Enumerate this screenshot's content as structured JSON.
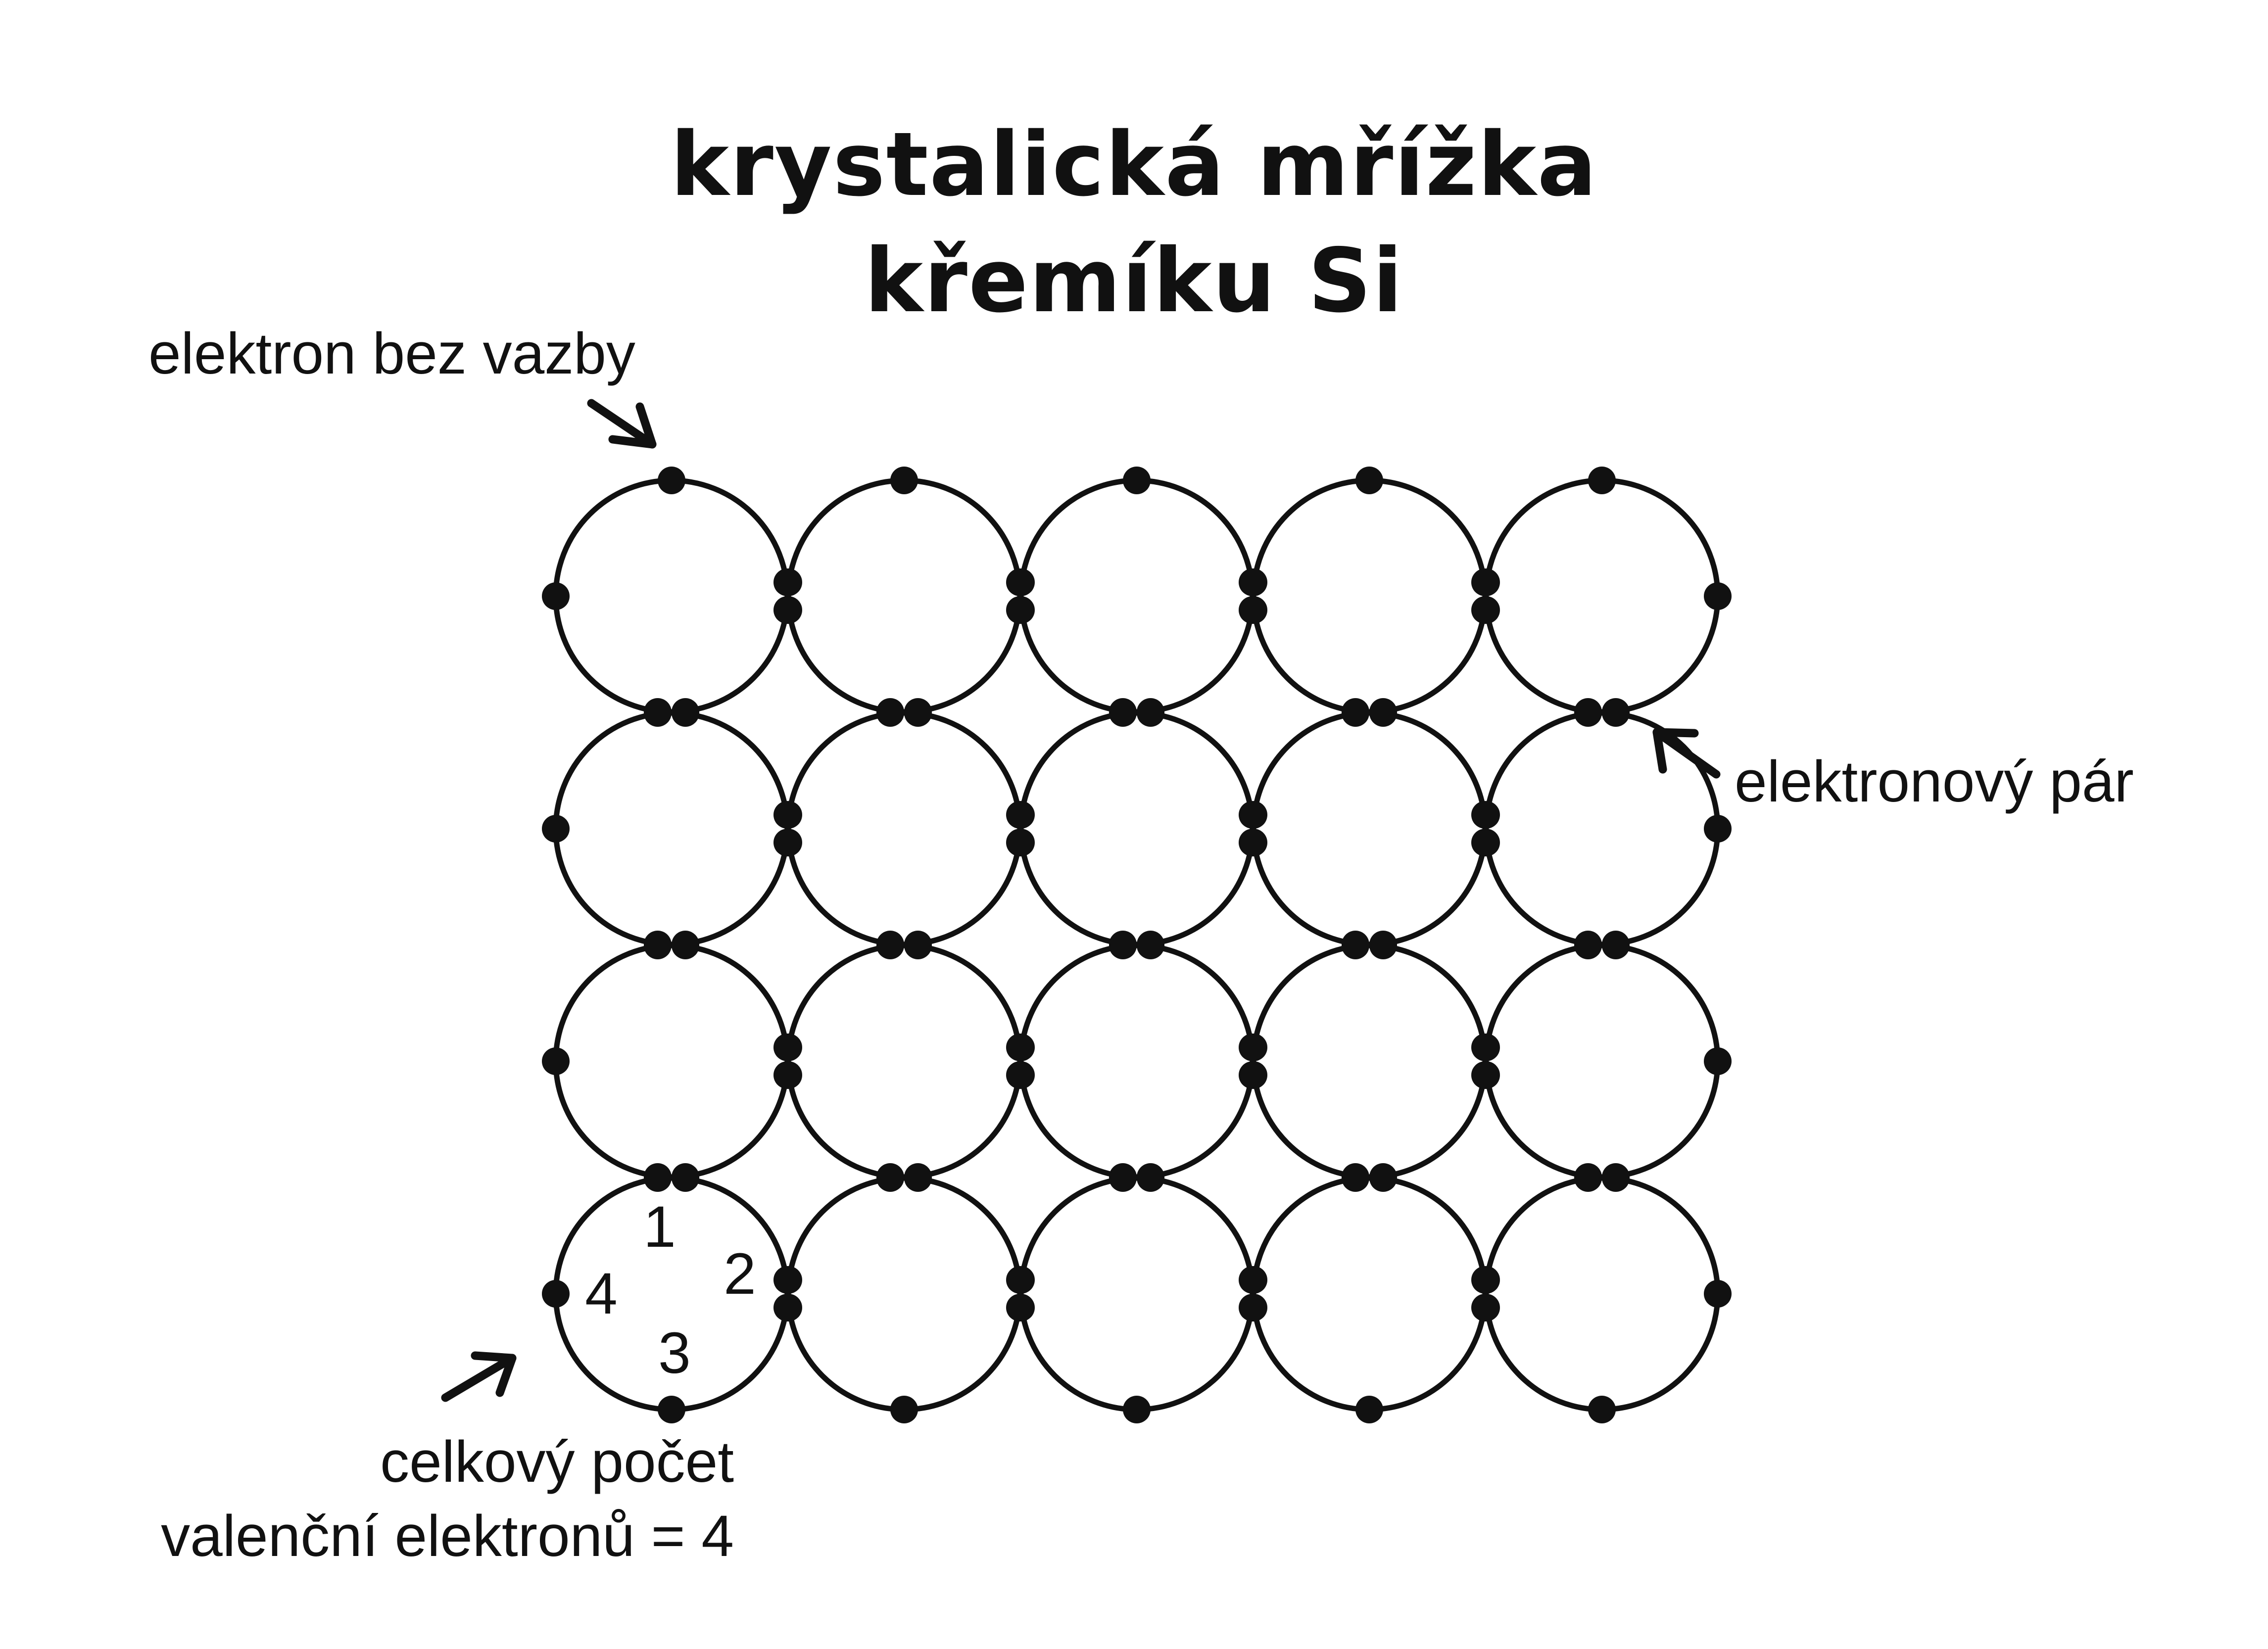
{
  "title": {
    "line1": "krystalická mřížka",
    "line2": "křemíku Si"
  },
  "labels": {
    "unbound_electron": "elektron bez vazby",
    "electron_pair": "elektronový pár",
    "total_line1": "celkový počet",
    "total_line2": "valenční elektronů = 4"
  },
  "atom_numbers": [
    "1",
    "2",
    "3",
    "4"
  ],
  "lattice": {
    "rows": 4,
    "cols": 5,
    "electrons_per_atom": 4
  },
  "colors": {
    "ink": "#111111",
    "background": "#ffffff"
  }
}
